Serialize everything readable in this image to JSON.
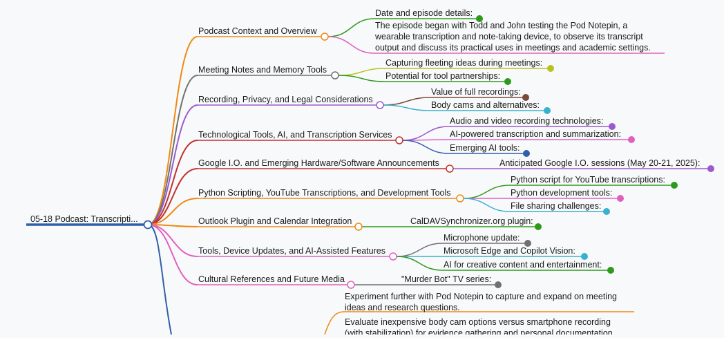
{
  "root": {
    "label": "05-18 Podcast: Transcripti...",
    "color": "#3060a8"
  },
  "branches": [
    {
      "label": "Podcast Context and Overview",
      "color": "#ee8a14",
      "children": [
        {
          "label": "Date and episode details:",
          "color": "#2e9a1c"
        },
        {
          "label": "",
          "color": "#e060c0",
          "paragraph": [
            "The episode began with Todd and John testing the Pod Notepin, a",
            "wearable transcription and note-taking device, to observe its transcript",
            "output and discuss its practical uses in meetings and academic settings."
          ]
        }
      ]
    },
    {
      "label": "Meeting Notes and Memory Tools",
      "color": "#707070",
      "children": [
        {
          "label": "Capturing fleeting ideas during meetings:",
          "color": "#b8c21c"
        },
        {
          "label": "Potential for tool partnerships:",
          "color": "#2e9a1c"
        }
      ]
    },
    {
      "label": "Recording, Privacy, and Legal Considerations",
      "color": "#9a5ad0",
      "children": [
        {
          "label": "Value of full recordings:",
          "color": "#7a4a3a"
        },
        {
          "label": "Body cams and alternatives:",
          "color": "#3ab0d0"
        }
      ]
    },
    {
      "label": "Technological Tools, AI, and Transcription Services",
      "color": "#c0302c",
      "children": [
        {
          "label": "Audio and video recording technologies:",
          "color": "#9a5ad0"
        },
        {
          "label": "AI-powered transcription and summarization:",
          "color": "#e060c0"
        },
        {
          "label": "Emerging AI tools:",
          "color": "#3060a8"
        }
      ]
    },
    {
      "label": "Google I.O. and Emerging Hardware/Software Announcements",
      "color": "#c0302c",
      "children": [
        {
          "label": "Anticipated Google I.O. sessions (May 20-21, 2025):",
          "color": "#9a5ad0"
        }
      ]
    },
    {
      "label": "Python Scripting, YouTube Transcriptions, and Development Tools",
      "color": "#ee8a14",
      "children": [
        {
          "label": "Python script for YouTube transcriptions:",
          "color": "#2e9a1c"
        },
        {
          "label": "Python development tools:",
          "color": "#e060c0"
        },
        {
          "label": "File sharing challenges:",
          "color": "#3ab0d0"
        }
      ]
    },
    {
      "label": "Outlook Plugin and Calendar Integration",
      "color": "#ee8a14",
      "children": [
        {
          "label": "CalDAVSynchronizer.org plugin:",
          "color": "#2e9a1c"
        }
      ]
    },
    {
      "label": "Tools, Device Updates, and AI-Assisted Features",
      "color": "#e060c0",
      "children": [
        {
          "label": "Microphone update:",
          "color": "#707070"
        },
        {
          "label": "Microsoft Edge and Copilot Vision:",
          "color": "#3ab0d0"
        },
        {
          "label": "AI for creative content and entertainment:",
          "color": "#2e9a1c"
        }
      ]
    },
    {
      "label": "Cultural References and Future Media",
      "color": "#e060c0",
      "children": [
        {
          "label": "\"Murder Bot\" TV series:",
          "color": "#707070"
        }
      ]
    }
  ],
  "bottom_notes": [
    {
      "color": "#ee8a14",
      "lines": [
        "Experiment further with Pod Notepin to capture and expand on meeting",
        "ideas and research questions."
      ]
    },
    {
      "color": "#ee8a14",
      "lines": [
        "Evaluate inexpensive body cam options versus smartphone recording",
        "(with stabilization) for evidence gathering and personal documentation."
      ]
    }
  ]
}
